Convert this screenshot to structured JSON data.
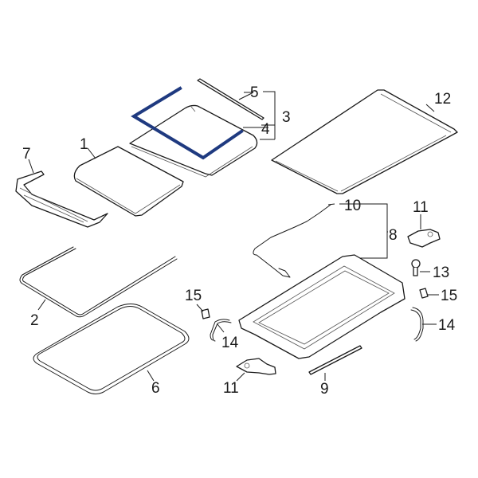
{
  "diagram": {
    "type": "exploded-parts-view",
    "highlight_color": "#1f3a80",
    "line_color": "#1a1a1a",
    "background": "#ffffff",
    "highlighted_part": "4",
    "callouts": [
      {
        "id": "c1",
        "label": "1",
        "part": "glass-panel"
      },
      {
        "id": "c2",
        "label": "2",
        "part": "outer-seal"
      },
      {
        "id": "c3",
        "label": "3",
        "part": "rear-glass-assembly"
      },
      {
        "id": "c4",
        "label": "4",
        "part": "rear-glass-seal"
      },
      {
        "id": "c5",
        "label": "5",
        "part": "rear-glass-trim"
      },
      {
        "id": "c6",
        "label": "6",
        "part": "glass-panel-seal"
      },
      {
        "id": "c7",
        "label": "7",
        "part": "wind-deflector"
      },
      {
        "id": "c8",
        "label": "8",
        "part": "sunroof-frame-assembly"
      },
      {
        "id": "c9",
        "label": "9",
        "part": "drain-strip"
      },
      {
        "id": "c10",
        "label": "10",
        "part": "drive-cable"
      },
      {
        "id": "c11a",
        "label": "11",
        "part": "motor-right"
      },
      {
        "id": "c11b",
        "label": "11",
        "part": "motor-left"
      },
      {
        "id": "c12",
        "label": "12",
        "part": "sunshade"
      },
      {
        "id": "c13",
        "label": "13",
        "part": "bolt"
      },
      {
        "id": "c14a",
        "label": "14",
        "part": "drain-hose-right"
      },
      {
        "id": "c14b",
        "label": "14",
        "part": "drain-hose-left"
      },
      {
        "id": "c15a",
        "label": "15",
        "part": "clip-right"
      },
      {
        "id": "c15b",
        "label": "15",
        "part": "clip-left"
      }
    ]
  }
}
